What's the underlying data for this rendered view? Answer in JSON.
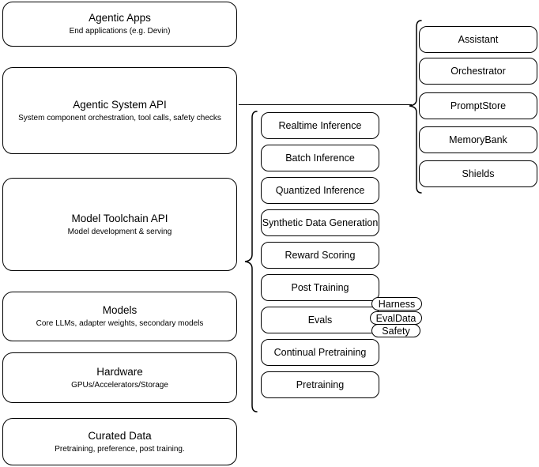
{
  "diagram": {
    "title": "Agentic AI stack layers",
    "stroke_color": "#000000",
    "background_color": "#ffffff",
    "layers": [
      {
        "title": "Agentic Apps",
        "subtitle": "End applications (e.g. Devin)"
      },
      {
        "title": "Agentic System API",
        "subtitle": "System component orchestration, tool calls, safety checks"
      },
      {
        "title": "Model Toolchain API",
        "subtitle": "Model development & serving"
      },
      {
        "title": "Models",
        "subtitle": "Core LLMs, adapter weights, secondary models"
      },
      {
        "title": "Hardware",
        "subtitle": "GPUs/Accelerators/Storage"
      },
      {
        "title": "Curated Data",
        "subtitle": "Pretraining, preference, post training."
      }
    ],
    "toolchain_components": [
      {
        "title": "Realtime Inference"
      },
      {
        "title": "Batch Inference"
      },
      {
        "title": "Quantized Inference"
      },
      {
        "title": "Synthetic Data Generation"
      },
      {
        "title": "Reward Scoring"
      },
      {
        "title": "Post Training"
      },
      {
        "title": "Evals"
      },
      {
        "title": "Continual Pretraining"
      },
      {
        "title": "Pretraining"
      }
    ],
    "evals_subcomponents": [
      {
        "title": "Harness"
      },
      {
        "title": "EvalData"
      },
      {
        "title": "Safety"
      }
    ],
    "system_components": [
      {
        "title": "Assistant"
      },
      {
        "title": "Orchestrator"
      },
      {
        "title": "PromptStore"
      },
      {
        "title": "MemoryBank"
      },
      {
        "title": "Shields"
      }
    ]
  }
}
